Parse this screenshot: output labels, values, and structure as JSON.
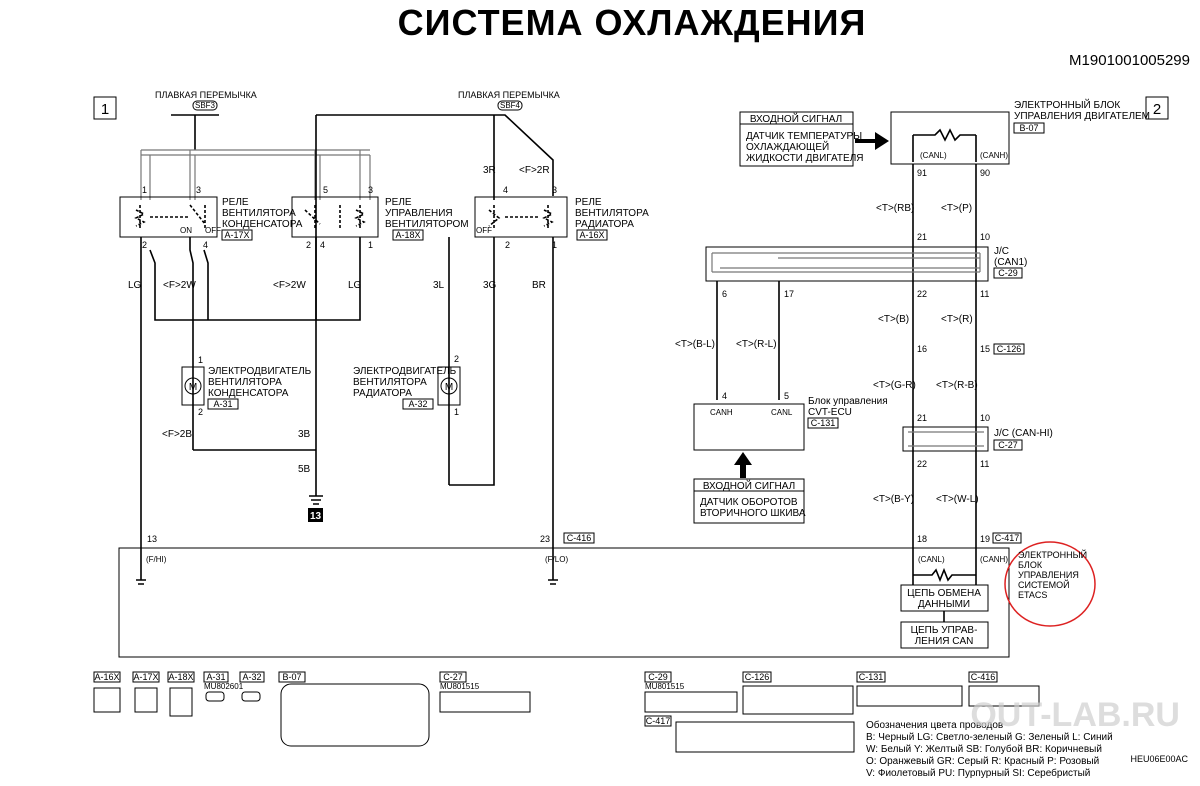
{
  "title": "СИСТЕМА ОХЛАЖДЕНИЯ",
  "doc_code": "M1901001005299",
  "footer_code": "HEU06E00AC",
  "watermark": "OUT-LAB.RU",
  "sheets": {
    "s1": "1",
    "s2": "2"
  },
  "fuses": {
    "left": {
      "label": "ПЛАВКАЯ ПЕРЕМЫЧКА",
      "id": "SBF3"
    },
    "right": {
      "label": "ПЛАВКАЯ ПЕРЕМЫЧКА",
      "id": "SBF4"
    }
  },
  "relays": {
    "a17x": {
      "l1": "РЕЛЕ",
      "l2": "ВЕНТИЛЯТОРА",
      "l3": "КОНДЕНСАТОРА",
      "code": "A-17X",
      "on": "ON",
      "off": "OFF",
      "p1": "1",
      "p2": "2",
      "p3": "3",
      "p4": "4"
    },
    "a18x": {
      "l1": "РЕЛЕ",
      "l2": "УПРАВЛЕНИЯ",
      "l3": "ВЕНТИЛЯТОРОМ",
      "code": "A-18X",
      "p1": "1",
      "p2": "2",
      "p3": "3",
      "p4": "4",
      "p5": "5"
    },
    "a16x": {
      "l1": "РЕЛЕ",
      "l2": "ВЕНТИЛЯТОРА",
      "l3": "РАДИАТОРА",
      "code": "A-16X",
      "off": "OFF",
      "p1": "1",
      "p2": "2",
      "p3": "3",
      "p4": "4"
    }
  },
  "motors": {
    "a31": {
      "l1": "ЭЛЕКТРОДВИГАТЕЛЬ",
      "l2": "ВЕНТИЛЯТОРА",
      "l3": "КОНДЕНСАТОРА",
      "code": "A-31",
      "p1": "1",
      "p2": "2"
    },
    "a32": {
      "l1": "ЭЛЕКТРОДВИГАТЕЛЬ",
      "l2": "ВЕНТИЛЯТОРА",
      "l3": "РАДИАТОРА",
      "code": "A-32",
      "p1": "1",
      "p2": "2"
    }
  },
  "wires": {
    "lg1": "LG",
    "f2w1": "<F>2W",
    "f2w2": "<F>2W",
    "lg2": "LG",
    "f2b": "<F>2B",
    "b3": "3B",
    "b5": "5B",
    "l3": "3L",
    "g3": "3G",
    "br": "BR",
    "r3": "3R",
    "f2r": "<F>2R",
    "rb": "<T>(RB)",
    "p": "<T>(P)",
    "bl": "<T>(B-L)",
    "rl": "<T>(R-L)",
    "b": "<T>(B)",
    "r": "<T>(R)",
    "gr": "<T>(G-R)",
    "rbb": "<T>(R-B)",
    "by": "<T>(B-Y)",
    "wl": "<T>(W-L)"
  },
  "ground": "13",
  "ecu": {
    "input_header": "ВХОДНОЙ СИГНАЛ",
    "sensor_l1": "ДАТЧИК ТЕМПЕРАТУРЫ",
    "sensor_l2": "ОХЛАЖДАЮЩЕЙ",
    "sensor_l3": "ЖИДКОСТИ ДВИГАТЕЛЯ",
    "l1": "ЭЛЕКТРОННЫЙ БЛОК",
    "l2": "УПРАВЛЕНИЯ ДВИГАТЕЛЕМ",
    "code": "B-07",
    "canl": "(CANL)",
    "canh": "(CANH)",
    "p91": "91",
    "p90": "90"
  },
  "jc1": {
    "l1": "J/C",
    "l2": "(CAN1)",
    "code": "C-29",
    "p21": "21",
    "p10": "10",
    "p22": "22",
    "p11": "11",
    "p6": "6",
    "p17": "17"
  },
  "c126": {
    "code": "C-126",
    "p16": "16",
    "p15": "15"
  },
  "jc2": {
    "l1": "J/C (CAN-HI)",
    "code": "C-27",
    "p21": "21",
    "p10": "10",
    "p22": "22",
    "p11": "11"
  },
  "cvt": {
    "l1": "Блок управления",
    "l2": "CVT-ECU",
    "code": "C-131",
    "canh": "CANH",
    "canl": "CANL",
    "p4": "4",
    "p5": "5",
    "input_header": "ВХОДНОЙ СИГНАЛ",
    "sensor_l1": "ДАТЧИК ОБОРОТОВ",
    "sensor_l2": "ВТОРИЧНОГО ШКИВА"
  },
  "etacs": {
    "p13": "13",
    "p23": "23",
    "code": "C-416",
    "fhi": "(F/HI)",
    "flo": "(F/LO)",
    "p18": "18",
    "p19": "19",
    "code2": "C-417",
    "canl": "(CANL)",
    "canh": "(CANH)",
    "d1": "ЦЕПЬ ОБМЕНА",
    "d2": "ДАННЫМИ",
    "c1": "ЦЕПЬ УПРАВ-",
    "c2": "ЛЕНИЯ CAN",
    "n1": "ЭЛЕКТРОННЫЙ",
    "n2": "БЛОК",
    "n3": "УПРАВЛЕНИЯ",
    "n4": "СИСТЕМОЙ",
    "n5": "ETACS"
  },
  "connectors": [
    "A-16X",
    "A-17X",
    "A-18X",
    "A-31",
    "A-32",
    "B-07",
    "C-27",
    "C-29",
    "C-126",
    "C-131",
    "C-416",
    "C-417"
  ],
  "connector_notes": {
    "a31": "MU802601",
    "c27": "MU801515",
    "c29": "MU801515"
  },
  "legend": {
    "title": "Обозначения цвета проводов",
    "r1": "B: Черный  LG: Светло-зеленый  G: Зеленый  L: Синий",
    "r2": "W: Белый  Y: Желтый  SB: Голубой  BR: Коричневый",
    "r3": "O: Оранжевый  GR: Серый  R: Красный  P: Розовый",
    "r4": "V: Фиолетовый  PU: Пурпурный  SI: Серебристый"
  },
  "colors": {
    "ink": "#000000",
    "annotation": "#dd2222",
    "watermark": "#cfcfcf"
  }
}
